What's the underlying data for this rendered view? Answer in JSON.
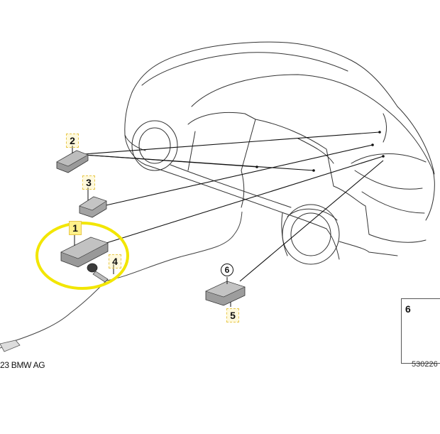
{
  "callouts": {
    "c1": "1",
    "c2": "2",
    "c3": "3",
    "c4": "4",
    "c5": "5",
    "c6": "6"
  },
  "legend": {
    "number": "6"
  },
  "footer": {
    "copyright": "23 BMW AG",
    "diagram_number": "530226"
  },
  "colors": {
    "highlight_ring": "#f2e600",
    "line": "#222222",
    "part_fill": "#8a8a8a"
  }
}
